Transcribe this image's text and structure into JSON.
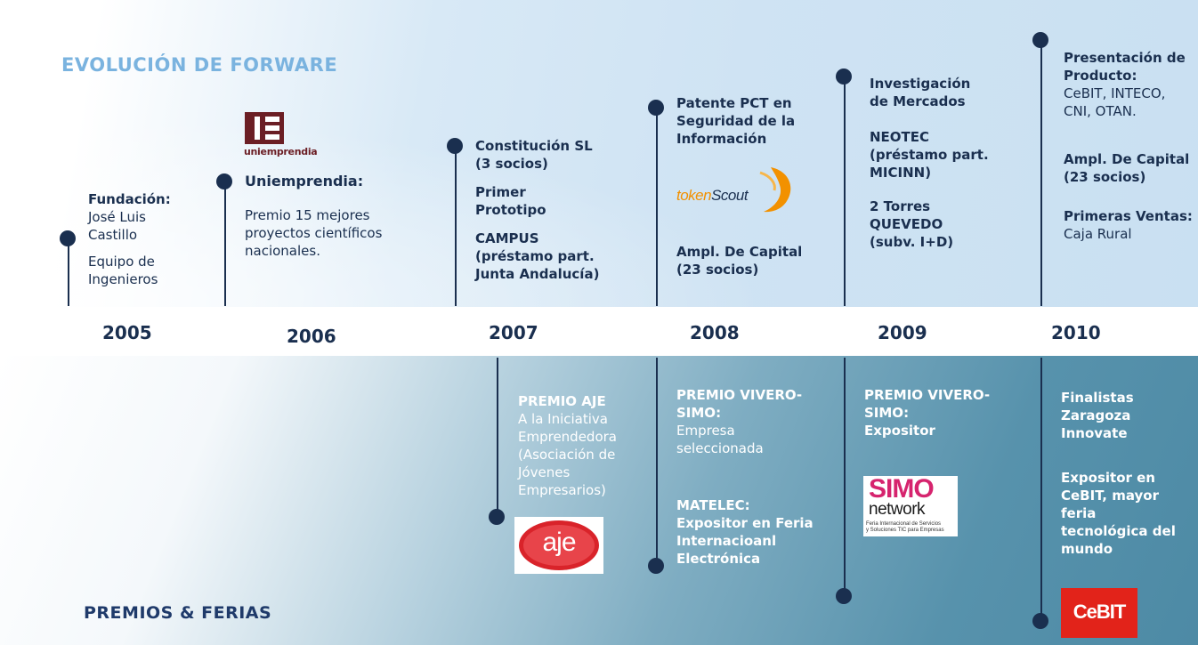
{
  "titles": {
    "top": "EVOLUCIÓN DE FORWARE",
    "bottom": "PREMIOS & FERIAS"
  },
  "years": [
    "2005",
    "2006",
    "2007",
    "2008",
    "2009",
    "2010"
  ],
  "top_events": {
    "y2005": {
      "h1": "Fundación:",
      "l1": "José Luis",
      "l2": "Castillo",
      "l3": "Equipo de",
      "l4": "Ingenieros"
    },
    "y2006": {
      "logo": "uniemprendia",
      "h1": "Uniemprendia:",
      "l1": "Premio 15 mejores",
      "l2": "proyectos científicos",
      "l3": "nacionales."
    },
    "y2007": {
      "l1": "Constitución SL",
      "l2": "(3 socios)",
      "l3": "Primer",
      "l4": "Prototipo",
      "l5": "CAMPUS",
      "l6": "(préstamo part.",
      "l7": "Junta Andalucía)"
    },
    "y2008": {
      "l1": "Patente PCT en",
      "l2": "Seguridad de la",
      "l3": "Información",
      "logo_a": "token",
      "logo_b": "Scout",
      "l4": "Ampl. De Capital",
      "l5": "(23 socios)"
    },
    "y2009": {
      "l1": "Investigación",
      "l2": "de Mercados",
      "l3": "NEOTEC",
      "l4": "(préstamo part.",
      "l5": "MICINN)",
      "l6": "2 Torres",
      "l7": "QUEVEDO",
      "l8": "(subv. I+D)"
    },
    "y2010": {
      "h1": "Presentación de",
      "h2": "Producto:",
      "l1": "CeBIT, INTECO,",
      "l2": "CNI, OTAN.",
      "h3": "Ampl. De Capital",
      "h4": "(23 socios)",
      "h5": "Primeras Ventas:",
      "l3": "Caja Rural"
    }
  },
  "bottom_events": {
    "y2007": {
      "h1": "PREMIO AJE",
      "l1": "A la Iniciativa",
      "l2": "Emprendedora",
      "l3": "(Asociación de",
      "l4": "Jóvenes",
      "l5": "Empresarios)",
      "logo": "aje"
    },
    "y2008": {
      "h1": "PREMIO VIVERO-",
      "h2": "SIMO:",
      "l1": "Empresa",
      "l2": "seleccionada",
      "h3": "MATELEC:",
      "h4": "Expositor en Feria",
      "h5": "Internacioanl",
      "h6": "Electrónica"
    },
    "y2009": {
      "h1": "PREMIO VIVERO-",
      "h2": "SIMO:",
      "h3": "Expositor",
      "logo_a": "SIMO",
      "logo_b": "network",
      "logo_c1": "Feria Internacional de Servicios",
      "logo_c2": "y Soluciones TIC para Empresas"
    },
    "y2010": {
      "h1": "Finalistas",
      "h2": "Zaragoza",
      "h3": "Innovate",
      "h4": "Expositor en",
      "h5": "CeBIT, mayor",
      "h6": "feria",
      "h7": "tecnológica del",
      "h8": "mundo",
      "logo": "CeBIT"
    }
  },
  "colors": {
    "dark": "#1a2f4f",
    "title_light": "#7ab3df",
    "aje_red": "#d9232a",
    "simo_pink": "#d6246e",
    "cebit_red": "#e2231a",
    "scout_orange": "#f29100",
    "uni_brown": "#6b1e24"
  }
}
